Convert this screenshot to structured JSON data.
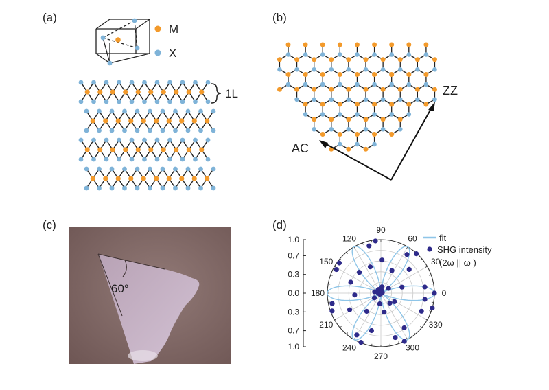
{
  "panels": {
    "a": {
      "label": "(a)",
      "legend_metal": "M",
      "legend_chalcogen": "X",
      "monolayer_label": "1L",
      "layer_count": 4,
      "colors": {
        "metal": "#f39a2b",
        "chalcogen": "#7fb3d8",
        "bond": "#222222"
      }
    },
    "b": {
      "label": "(b)",
      "direction_ac": "AC",
      "direction_zz": "ZZ"
    },
    "c": {
      "label": "(c)",
      "angle_label": "60°",
      "colors": {
        "substrate": "#8c716f",
        "flake": "#c9b7cc"
      }
    },
    "d": {
      "label": "(d)",
      "legend_fit": "fit",
      "legend_data": "SHG intensity",
      "legend_polarization": "(2ω || ω )",
      "colors": {
        "points": "#2e2a8a",
        "fit": "#8ec5e8"
      }
    }
  },
  "chart_data": {
    "type": "scatter",
    "coordinate_system": "polar",
    "angle_ticks": [
      0,
      30,
      60,
      90,
      120,
      150,
      180,
      210,
      240,
      270,
      300,
      330
    ],
    "radial_ticks_upper": [
      "1.0",
      "0.7",
      "0.3",
      "0.0"
    ],
    "radial_ticks_lower": [
      "0.3",
      "0.7",
      "1.0"
    ],
    "radial_range": [
      0,
      1.0
    ],
    "model": "I(θ) = cos²(3θ)",
    "grid": true,
    "legend_placement": "top-right",
    "series": [
      {
        "name": "SHG intensity",
        "kind": "points",
        "angle_deg": [
          0,
          8,
          16,
          24,
          32,
          40,
          48,
          56,
          64,
          72,
          80,
          88,
          96,
          104,
          112,
          120,
          128,
          136,
          144,
          152,
          160,
          168,
          176,
          184,
          192,
          200,
          208,
          216,
          224,
          232,
          240,
          248,
          256,
          264,
          272,
          280,
          288,
          296,
          304,
          312,
          320,
          328,
          336,
          344,
          352
        ],
        "intensity": [
          1.0,
          0.83,
          0.41,
          0.03,
          0.17,
          0.69,
          0.99,
          0.87,
          0.47,
          0.05,
          0.12,
          0.62,
          0.98,
          0.91,
          0.53,
          0.08,
          0.08,
          0.56,
          0.96,
          0.94,
          0.6,
          0.12,
          0.05,
          0.49,
          0.93,
          0.97,
          0.66,
          0.15,
          0.03,
          0.43,
          0.9,
          0.99,
          0.72,
          0.2,
          0.01,
          0.36,
          0.87,
          1.0,
          0.78,
          0.25,
          0.0,
          0.3,
          0.83,
          1.0,
          0.83
        ]
      },
      {
        "name": "fit",
        "kind": "line",
        "function": "cos^2(3θ)"
      }
    ]
  }
}
